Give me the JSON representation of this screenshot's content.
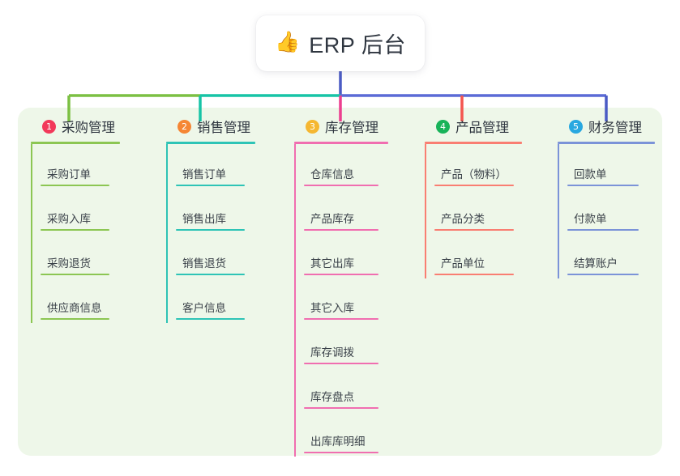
{
  "root": {
    "icon": "thumbs-up-icon",
    "icon_glyph": "👍",
    "title": "ERP 后台"
  },
  "panel": {
    "background_color": "#eef7e9"
  },
  "connector_colors": {
    "stem": "#4a5bc4",
    "bus_segment_1": "#7cc043",
    "bus_segment_2": "#17c4a6",
    "bus_segment_3": "#5b6bd6",
    "drop_1": "#7cc043",
    "drop_2": "#17c4a6",
    "drop_3": "#ec3f8f",
    "drop_4": "#f4554f",
    "drop_5": "#4a5bc4"
  },
  "columns": [
    {
      "number": "1",
      "title": "采购管理",
      "badge_color": "#f2395a",
      "line_color": "#8cc653",
      "items": [
        {
          "label": "采购订单"
        },
        {
          "label": "采购入库"
        },
        {
          "label": "采购退货"
        },
        {
          "label": "供应商信息"
        }
      ]
    },
    {
      "number": "2",
      "title": "销售管理",
      "badge_color": "#f58634",
      "line_color": "#2ec4b6",
      "items": [
        {
          "label": "销售订单"
        },
        {
          "label": "销售出库"
        },
        {
          "label": "销售退货"
        },
        {
          "label": "客户信息"
        }
      ]
    },
    {
      "number": "3",
      "title": "库存管理",
      "badge_color": "#f5b731",
      "line_color": "#f06eb0",
      "items": [
        {
          "label": "仓库信息"
        },
        {
          "label": "产品库存"
        },
        {
          "label": "其它出库"
        },
        {
          "label": "其它入库"
        },
        {
          "label": "库存调拨"
        },
        {
          "label": "库存盘点"
        },
        {
          "label": "出库库明细"
        }
      ]
    },
    {
      "number": "4",
      "title": "产品管理",
      "badge_color": "#18b359",
      "line_color": "#f97e72",
      "items": [
        {
          "label": "产品（物料）"
        },
        {
          "label": "产品分类"
        },
        {
          "label": "产品单位"
        }
      ]
    },
    {
      "number": "5",
      "title": "财务管理",
      "badge_color": "#29a8e0",
      "line_color": "#7b93d8",
      "items": [
        {
          "label": "回款单"
        },
        {
          "label": "付款单"
        },
        {
          "label": "结算账户"
        }
      ]
    }
  ]
}
